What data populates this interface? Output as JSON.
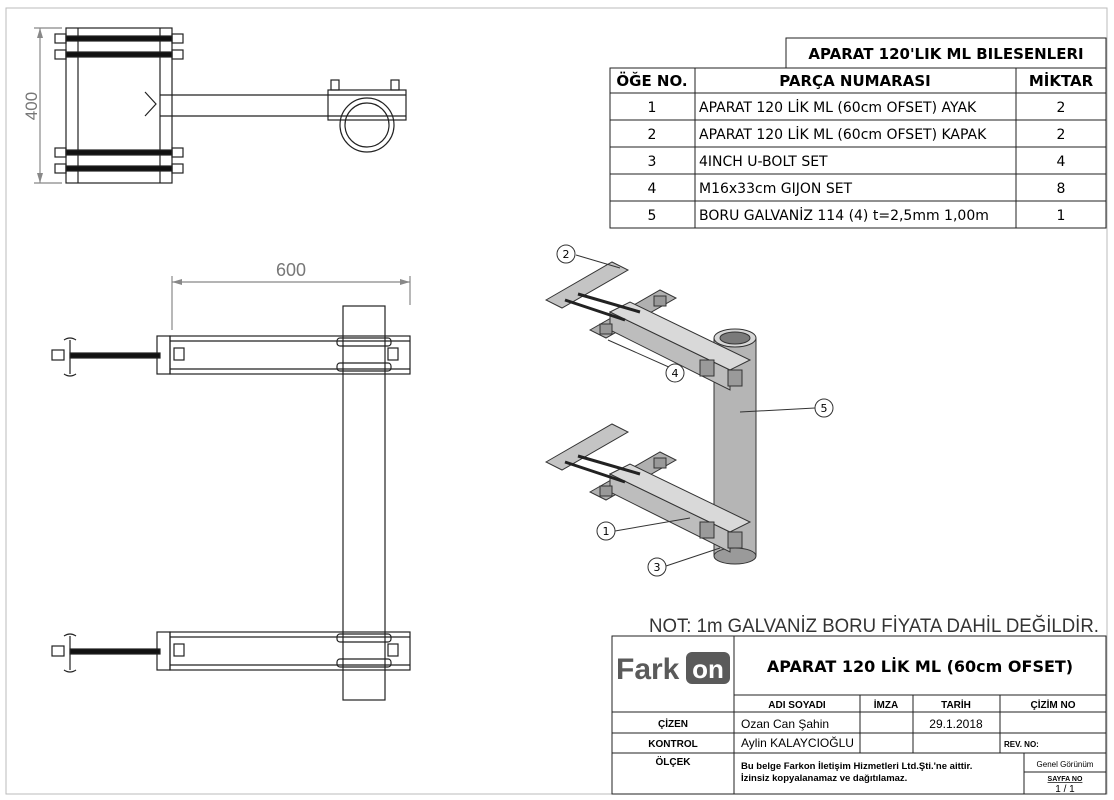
{
  "dimensions": {
    "height_label": "400",
    "width_label": "600"
  },
  "bom": {
    "title": "APARAT 120'LIK ML BILESENLERI",
    "headers": [
      "ÖĞE NO.",
      "PARÇA NUMARASI",
      "MİKTAR"
    ],
    "rows": [
      {
        "no": "1",
        "part": "APARAT 120 LİK ML (60cm OFSET) AYAK",
        "qty": "2"
      },
      {
        "no": "2",
        "part": "APARAT 120 LİK ML (60cm OFSET) KAPAK",
        "qty": "2"
      },
      {
        "no": "3",
        "part": "4INCH U-BOLT SET",
        "qty": "4"
      },
      {
        "no": "4",
        "part": "M16x33cm GIJON SET",
        "qty": "8"
      },
      {
        "no": "5",
        "part": "BORU GALVANİZ 114 (4) t=2,5mm 1,00m",
        "qty": "1"
      }
    ]
  },
  "balloons": [
    "2",
    "4",
    "5",
    "1",
    "3"
  ],
  "note": "NOT: 1m GALVANİZ BORU FİYATA DAHİL DEĞİLDİR.",
  "title_block": {
    "logo_left": "Fark",
    "logo_right": "on",
    "drawing_title": "APARAT 120 LİK ML (60cm OFSET)",
    "col_name": "ADI SOYADI",
    "col_sign": "İMZA",
    "col_date": "TARİH",
    "col_drawing_no": "ÇİZİM NO",
    "row_drawn": "ÇİZEN",
    "drawn_name": "Ozan Can Şahin",
    "drawn_date": "29.1.2018",
    "row_check": "KONTROL",
    "check_name": "Aylin KALAYCIOĞLU",
    "rev_label": "REV. NO:",
    "row_scale": "ÖLÇEK",
    "copyright_1": "Bu belge Farkon İletişim Hizmetleri Ltd.Şti.'ne aittir.",
    "copyright_2": "İzinsiz kopyalanamaz ve dağıtılamaz.",
    "view_label": "Genel Görünüm",
    "sheet_label": "SAYFA NO",
    "sheet_value": "1 / 1"
  },
  "colors": {
    "line": "#222222",
    "dim": "#888888",
    "steel": "#b8b8b8",
    "steel_dark": "#8a8a8a",
    "logo": "#5a5a5a"
  }
}
